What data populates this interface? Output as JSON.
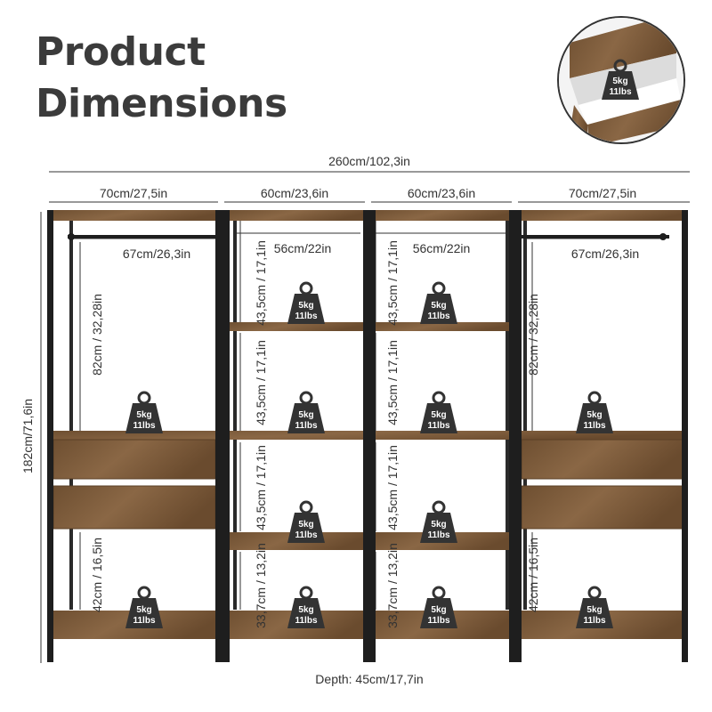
{
  "title": {
    "line1": "Product",
    "line2": "Dimensions"
  },
  "width_total": "260cm/102,3in",
  "section_widths": [
    "70cm/27,5in",
    "60cm/23,6in",
    "60cm/23,6in",
    "70cm/27,5in"
  ],
  "inner_rod_width": "67cm/26,3in",
  "inner_shelf_width": "56cm/22in",
  "height_total": "182cm/71,6in",
  "hang_height": "82cm / 32,28in",
  "bottom_drawer_gap": "42cm / 16,5in",
  "shelf_gap": "43,5cm / 17,1in",
  "bottom_shelf_gap": "33,7cm / 13,2in",
  "depth": "Depth: 45cm/17,7in",
  "weight": {
    "kg": "5kg",
    "lbs": "11lbs"
  },
  "colors": {
    "wood": "#7a5a3a",
    "frame": "#1e1e1e",
    "weight": "#333333",
    "text": "#333333"
  }
}
